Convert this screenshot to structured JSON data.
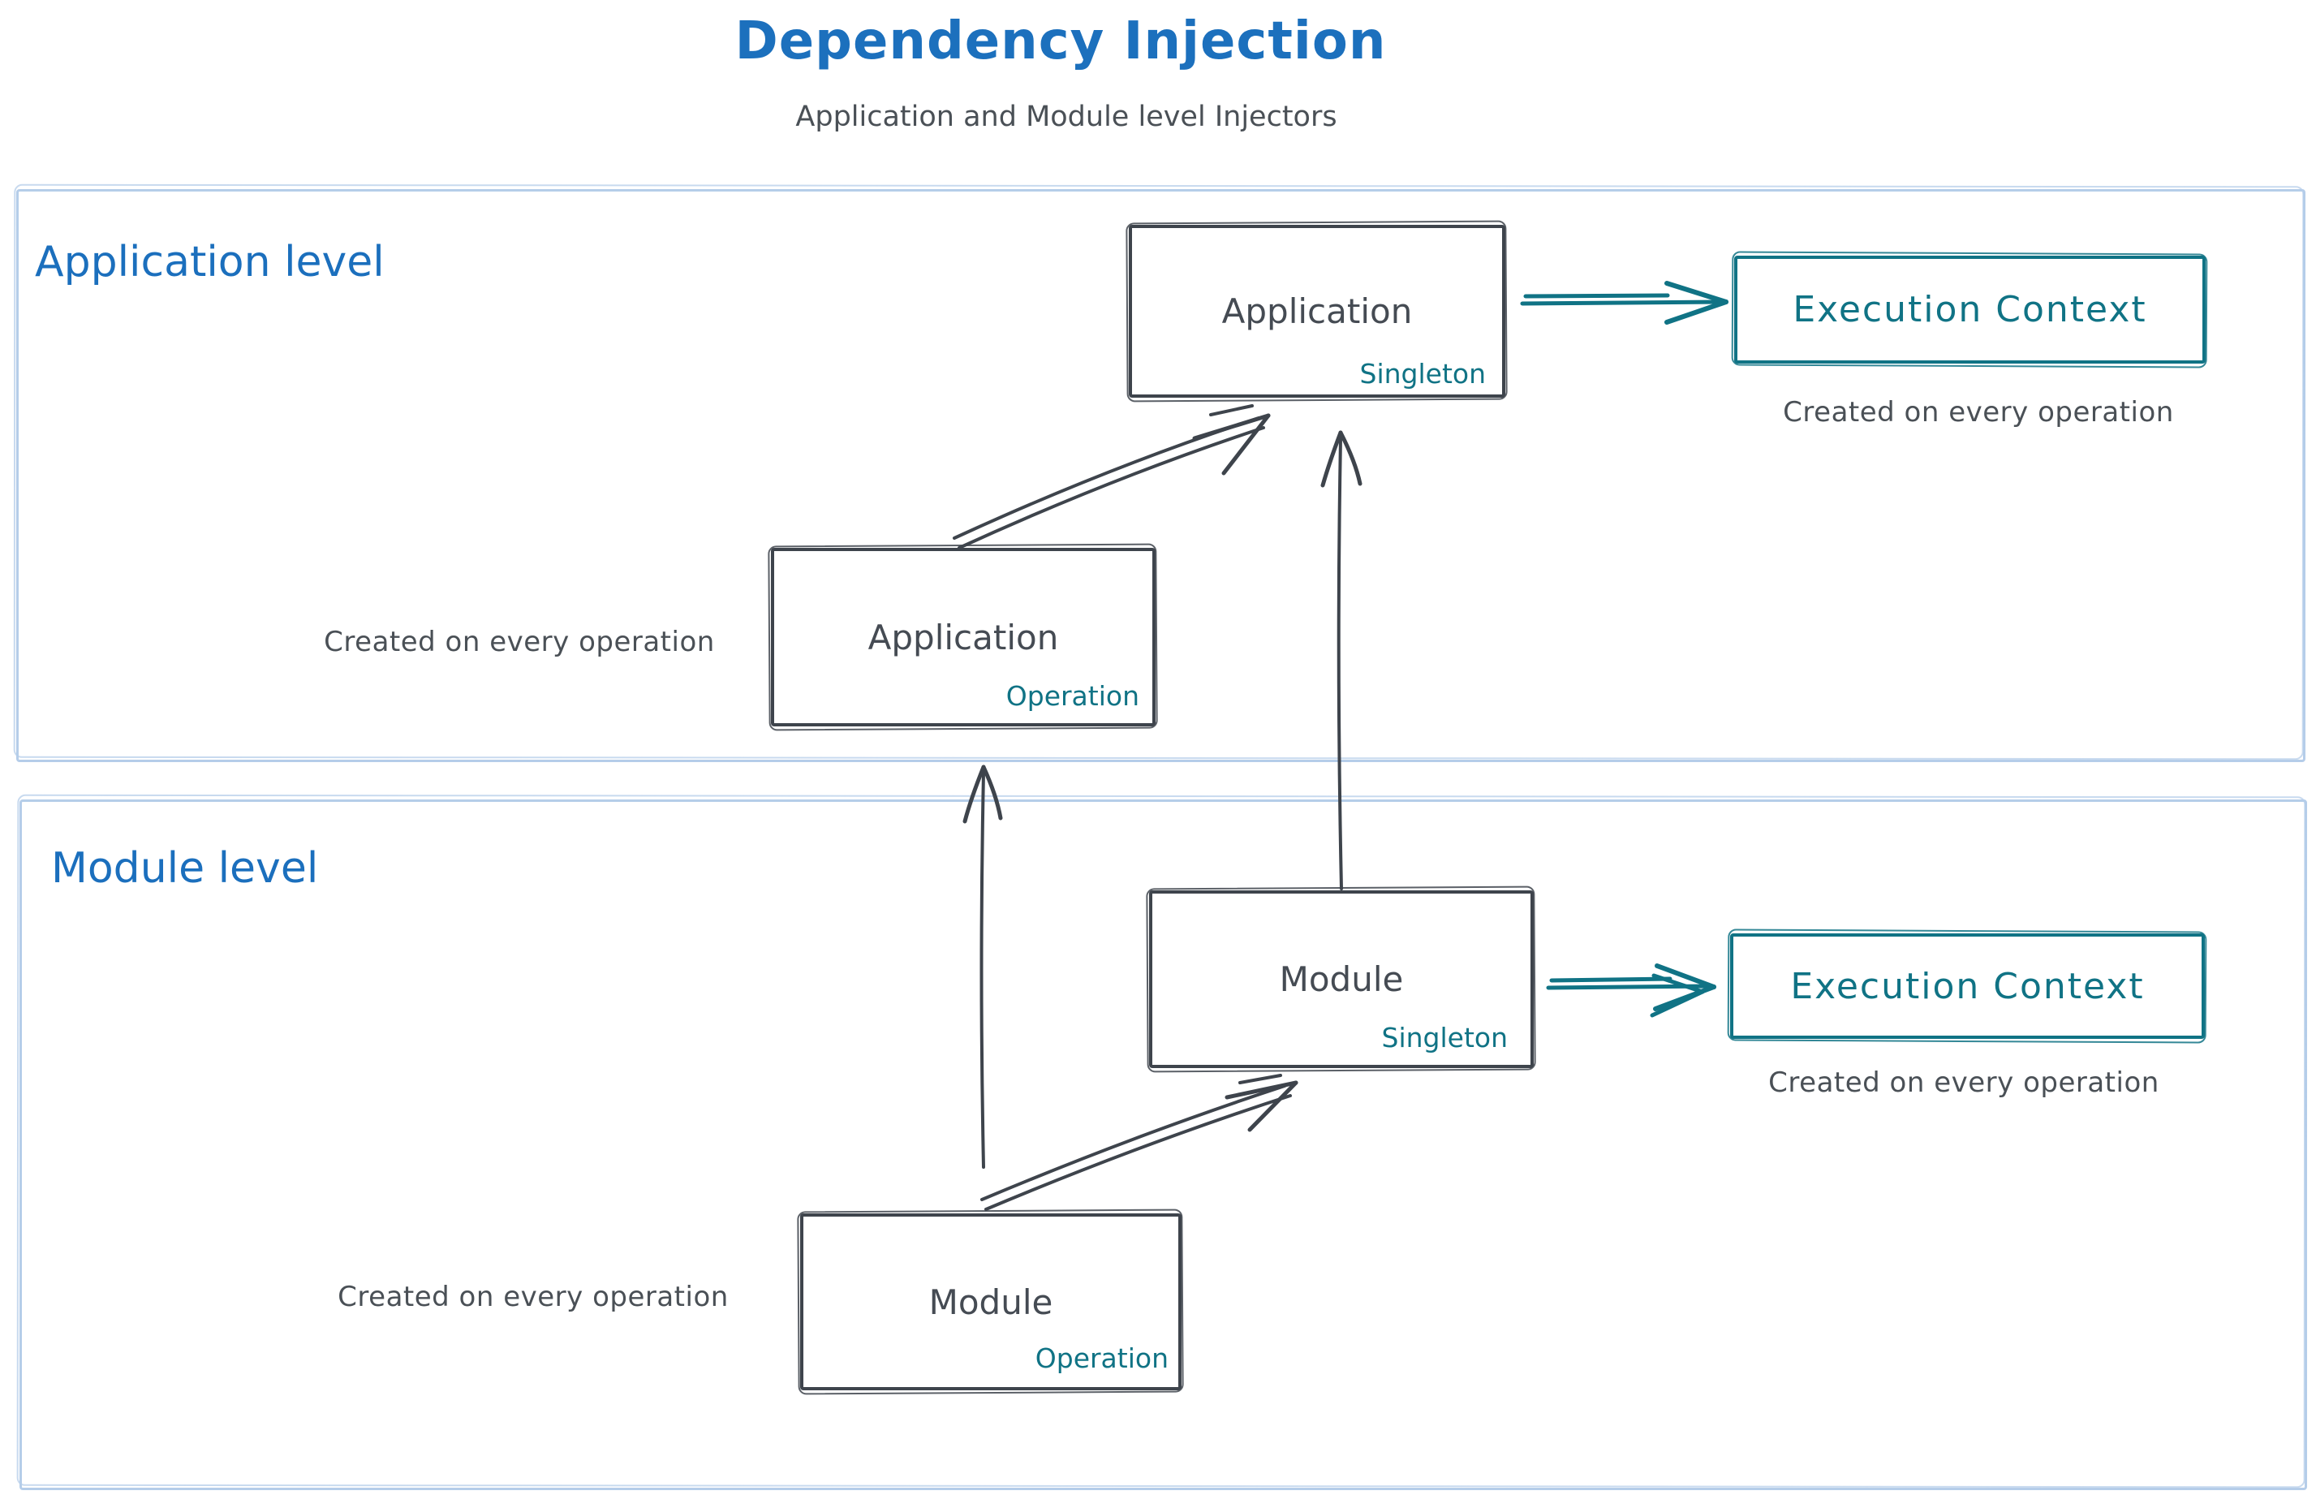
{
  "title": "Dependency Injection",
  "subtitle": "Application and Module level Injectors",
  "colors": {
    "title_blue": "#1c70bd",
    "dark_stroke": "#3e444c",
    "dark_text": "#454b53",
    "teal": "#107385",
    "container_border": "#b5cde9"
  },
  "sections": {
    "application": {
      "label": "Application level"
    },
    "module": {
      "label": "Module level"
    }
  },
  "nodes": {
    "app_singleton": {
      "label": "Application",
      "sublabel": "Singleton"
    },
    "app_operation": {
      "label": "Application",
      "sublabel": "Operation"
    },
    "module_singleton": {
      "label": "Module",
      "sublabel": "Singleton"
    },
    "module_operation": {
      "label": "Module",
      "sublabel": "Operation"
    },
    "ec_app": {
      "label": "Execution Context"
    },
    "ec_module": {
      "label": "Execution Context"
    }
  },
  "captions": {
    "app_right": "Created on every operation",
    "app_left": "Created on every operation",
    "module_right": "Created on every operation",
    "module_left": "Created on every operation"
  }
}
